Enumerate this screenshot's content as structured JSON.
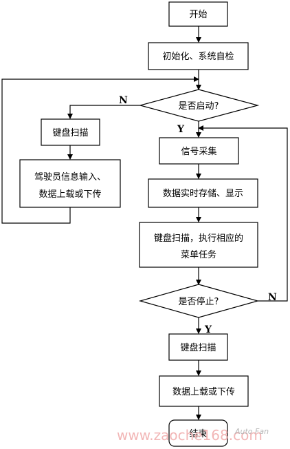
{
  "flowchart": {
    "start": "开始",
    "init": "初始化、系统自检",
    "decision_start": "是否启动?",
    "keyboard_scan_left": "键盘扫描",
    "driver_info_line1": "驾驶员信息输入、",
    "driver_info_line2": "数据上载或下传",
    "signal_acquire": "信号采集",
    "data_store": "数据实时存储、显示",
    "menu_line1": "键盘扫描，执行相应的",
    "menu_line2": "菜单任务",
    "decision_stop": "是否停止?",
    "keyboard_scan_bottom": "键盘扫描",
    "upload": "数据上载或下传",
    "end": "结束",
    "label_n1": "N",
    "label_y1": "Y",
    "label_n2": "N",
    "label_y2": "Y"
  },
  "watermark": {
    "site": "www.zaoche168.com",
    "small": "Auto Fan"
  }
}
